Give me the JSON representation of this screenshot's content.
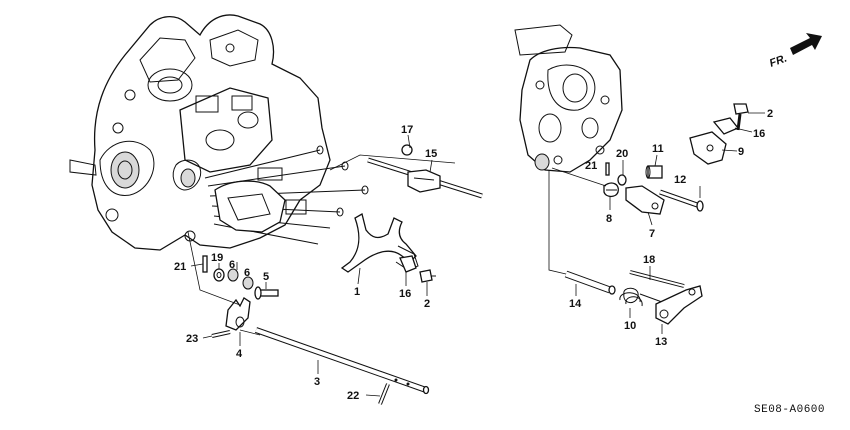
{
  "diagram_code": "SE08-A0600",
  "direction_label": "FR.",
  "icons": [
    "front-direction-arrow-icon"
  ],
  "callouts": [
    {
      "id": "c2a",
      "label": "2"
    },
    {
      "id": "c16a",
      "label": "16"
    },
    {
      "id": "c9",
      "label": "9"
    },
    {
      "id": "c20",
      "label": "20"
    },
    {
      "id": "c11",
      "label": "11"
    },
    {
      "id": "c21a",
      "label": "21"
    },
    {
      "id": "c12",
      "label": "12"
    },
    {
      "id": "c8",
      "label": "8"
    },
    {
      "id": "c7",
      "label": "7"
    },
    {
      "id": "c17",
      "label": "17"
    },
    {
      "id": "c15",
      "label": "15"
    },
    {
      "id": "c21b",
      "label": "21"
    },
    {
      "id": "c19",
      "label": "19"
    },
    {
      "id": "c6a",
      "label": "6"
    },
    {
      "id": "c6b",
      "label": "6"
    },
    {
      "id": "c5",
      "label": "5"
    },
    {
      "id": "c1",
      "label": "1"
    },
    {
      "id": "c16b",
      "label": "16"
    },
    {
      "id": "c2b",
      "label": "2"
    },
    {
      "id": "c18",
      "label": "18"
    },
    {
      "id": "c14",
      "label": "14"
    },
    {
      "id": "c10",
      "label": "10"
    },
    {
      "id": "c13",
      "label": "13"
    },
    {
      "id": "c23",
      "label": "23"
    },
    {
      "id": "c4",
      "label": "4"
    },
    {
      "id": "c3",
      "label": "3"
    },
    {
      "id": "c22",
      "label": "22"
    }
  ]
}
